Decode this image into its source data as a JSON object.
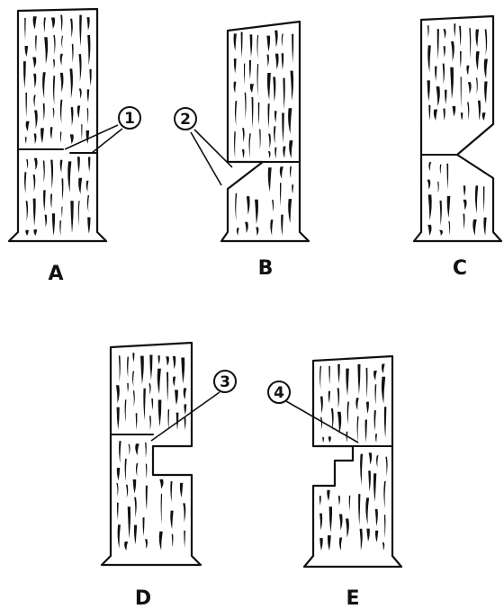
{
  "figures": [
    {
      "label": "A",
      "callout": "1",
      "name": "stump-a"
    },
    {
      "label": "B",
      "callout": "2",
      "name": "stump-b"
    },
    {
      "label": "C",
      "callout": "",
      "name": "stump-c"
    },
    {
      "label": "D",
      "callout": "3",
      "name": "stump-d"
    },
    {
      "label": "E",
      "callout": "4",
      "name": "stump-e"
    }
  ]
}
